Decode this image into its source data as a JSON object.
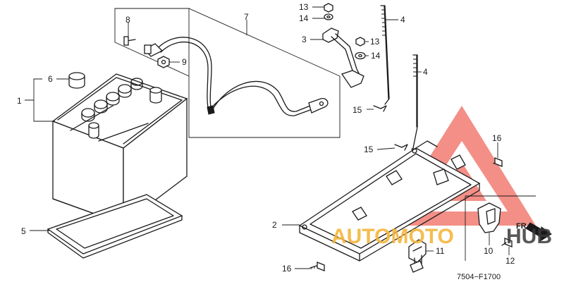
{
  "diagram": {
    "callouts": {
      "c1": "1",
      "c2": "2",
      "c3": "3",
      "c4a": "4",
      "c4b": "4",
      "c5": "5",
      "c6": "6",
      "c7": "7",
      "c8": "8",
      "c9": "9",
      "c10": "10",
      "c11": "11",
      "c12": "12",
      "c13a": "13",
      "c13b": "13",
      "c14a": "14",
      "c14b": "14",
      "c15a": "15",
      "c15b": "15",
      "c16a": "16",
      "c16b": "16"
    },
    "drawing_code": "7504−F1700",
    "front_marker": "FR"
  },
  "watermark": {
    "text_auto": "AUTOMOTO",
    "text_hub": "HUB",
    "colors": {
      "triangle": "#e8453c",
      "auto": "#f4b63c",
      "hub": "#3a3a3a"
    }
  }
}
